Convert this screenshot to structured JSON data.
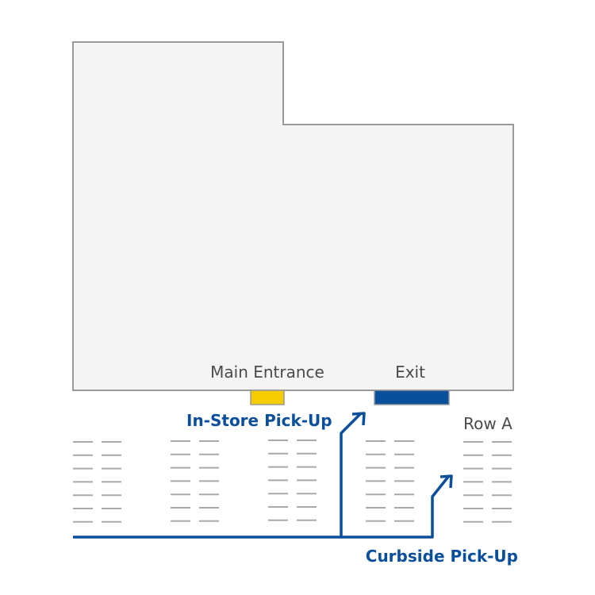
{
  "store": {
    "main_entrance_label": "Main Entrance",
    "exit_label": "Exit"
  },
  "pickup": {
    "in_store_label": "In-Store Pick-Up",
    "curbside_label": "Curbside Pick-Up"
  },
  "parking": {
    "row_label": "Row A",
    "row_count": 5,
    "lines_per_column": 7
  },
  "colors": {
    "building_fill": "#f4f4f4",
    "building_stroke": "#9a9a9a",
    "entrance": "#f5cc00",
    "exit": "#0a4f9c",
    "route": "#0a4f9c",
    "parking_line": "#a9a9a9",
    "label_gray": "#4a4a4a"
  }
}
